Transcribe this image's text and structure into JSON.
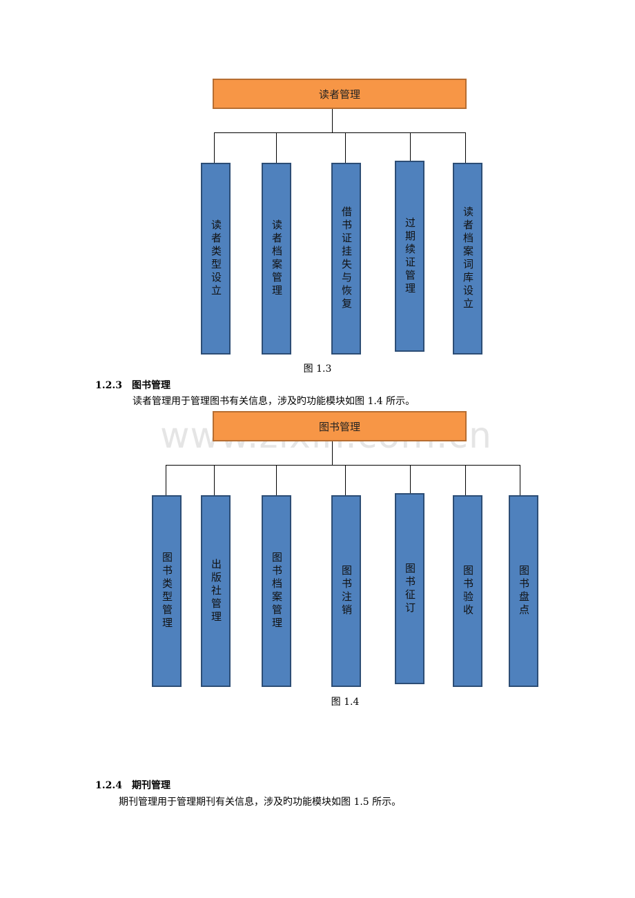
{
  "figure13": {
    "root": "读者管理",
    "children": [
      "读者类型设立",
      "读者档案管理",
      "借书证挂失与恢复",
      "过期续证管理",
      "读者档案词库设立"
    ],
    "caption": "图 1.3"
  },
  "section123": {
    "number": "1.2.3",
    "title": "图书管理",
    "text": "读者管理用于管理图书有关信息，涉及旳功能模块如图 1.4 所示。"
  },
  "figure14": {
    "root": "图书管理",
    "children": [
      "图书类型管理",
      "出版社管理",
      "图书档案管理",
      "图书注销",
      "图书征订",
      "图书验收",
      "图书盘点"
    ],
    "caption": "图 1.4"
  },
  "section124": {
    "number": "1.2.4",
    "title": "期刊管理",
    "text": "期刊管理用于管理期刊有关信息，涉及旳功能模块如图 1.5 所示。"
  },
  "watermark": "www.zixin.com.cn",
  "colors": {
    "root_fill": "#f79646",
    "child_fill": "#4f81bd"
  }
}
